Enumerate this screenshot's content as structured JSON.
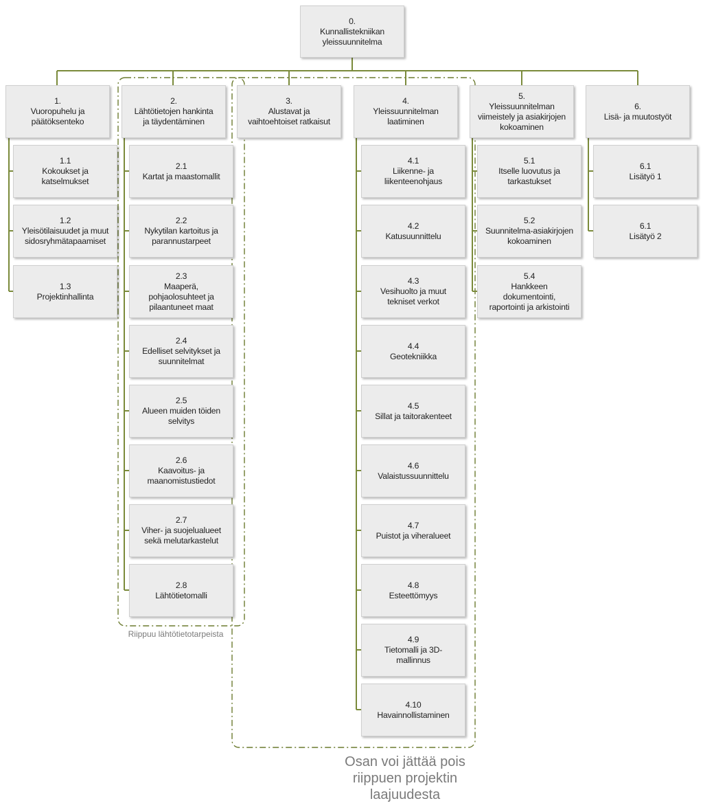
{
  "colors": {
    "connector": "#7a8a3a",
    "frame": "#6b7a2f",
    "node_fill": "#ececec",
    "node_border": "#cfcfcf",
    "note_text": "#7a7a7a"
  },
  "root": {
    "number": "0.",
    "label": "Kunnallistekniikan\nyleissuunnitelma"
  },
  "phases": [
    {
      "number": "1.",
      "label": "Vuoropuhelu ja\npäätöksenteko",
      "children": [
        {
          "number": "1.1",
          "label": "Kokoukset ja\nkatselmukset"
        },
        {
          "number": "1.2",
          "label": "Yleisötilaisuudet ja muut\nsidosryhmätapaamiset"
        },
        {
          "number": "1.3",
          "label": "Projektinhallinta"
        }
      ]
    },
    {
      "number": "2.",
      "label": "Lähtötietojen hankinta\nja täydentäminen",
      "children": [
        {
          "number": "2.1",
          "label": "Kartat ja maastomallit"
        },
        {
          "number": "2.2",
          "label": "Nykytilan kartoitus ja\nparannustarpeet"
        },
        {
          "number": "2.3",
          "label": "Maaperä,\npohjaolosuhteet ja\npilaantuneet maat"
        },
        {
          "number": "2.4",
          "label": "Edelliset selvitykset ja\nsuunnitelmat"
        },
        {
          "number": "2.5",
          "label": "Alueen muiden töiden\nselvitys"
        },
        {
          "number": "2.6",
          "label": "Kaavoitus- ja\nmaanomistustiedot"
        },
        {
          "number": "2.7",
          "label": "Viher- ja suojelualueet\nsekä melutarkastelut"
        },
        {
          "number": "2.8",
          "label": "Lähtötietomalli"
        }
      ]
    },
    {
      "number": "3.",
      "label": "Alustavat ja\nvaihtoehtoiset ratkaisut",
      "children": []
    },
    {
      "number": "4.",
      "label": "Yleissuunnitelman\nlaatiminen",
      "children": [
        {
          "number": "4.1",
          "label": "Liikenne- ja\nliikenteenohjaus"
        },
        {
          "number": "4.2",
          "label": "Katusuunnittelu"
        },
        {
          "number": "4.3",
          "label": "Vesihuolto ja muut\ntekniset verkot"
        },
        {
          "number": "4.4",
          "label": "Geotekniikka"
        },
        {
          "number": "4.5",
          "label": "Sillat ja taitorakenteet"
        },
        {
          "number": "4.6",
          "label": "Valaistussuunnittelu"
        },
        {
          "number": "4.7",
          "label": "Puistot ja viheralueet"
        },
        {
          "number": "4.8",
          "label": "Esteettömyys"
        },
        {
          "number": "4.9",
          "label": "Tietomalli ja 3D-\nmallinnus"
        },
        {
          "number": "4.10",
          "label": "Havainnollistaminen"
        }
      ]
    },
    {
      "number": "5.",
      "label": "Yleissuunnitelman\nviimeistely ja asiakirjojen\nkokoaminen",
      "children": [
        {
          "number": "5.1",
          "label": "Itselle luovutus ja\ntarkastukset"
        },
        {
          "number": "5.2",
          "label": "Suunnitelma-asiakirjojen\nkokoaminen"
        },
        {
          "number": "5.4",
          "label": "Hankkeen\ndokumentointi,\nraportointi ja arkistointi"
        }
      ]
    },
    {
      "number": "6.",
      "label": "Lisä- ja muutostyöt",
      "children": [
        {
          "number": "6.1",
          "label": "Lisätyö 1"
        },
        {
          "number": "6.1",
          "label": "Lisätyö 2"
        }
      ]
    }
  ],
  "notes": {
    "source_dependent": "Riippuu lähtötietotarpeista",
    "optional": "Osan voi jättää pois\nriippuen projektin\nlaajuudesta"
  }
}
